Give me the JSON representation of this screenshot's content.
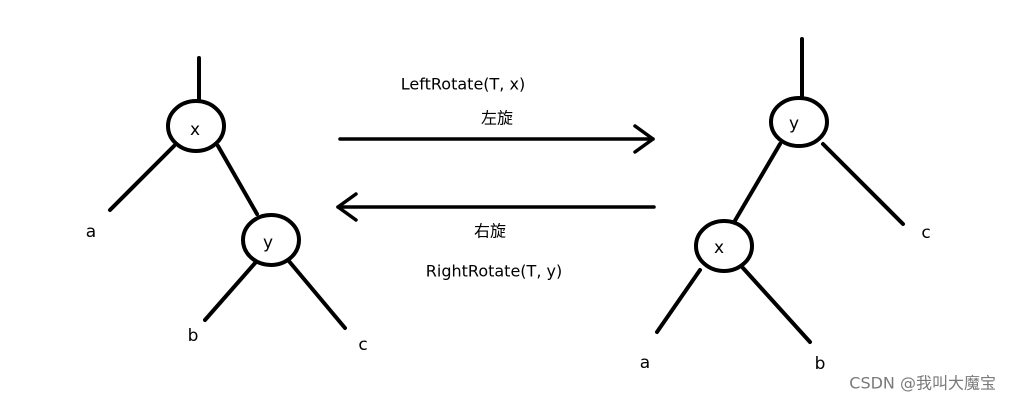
{
  "left_tree": {
    "root_label": "x",
    "child_label": "y",
    "leaf_a": "a",
    "leaf_b": "b",
    "leaf_c": "c"
  },
  "right_tree": {
    "root_label": "y",
    "child_label": "x",
    "leaf_a": "a",
    "leaf_b": "b",
    "leaf_c": "c"
  },
  "operations": {
    "left_rotate_label": "LeftRotate(T, x)",
    "left_rotate_cn": "左旋",
    "right_rotate_cn": "右旋",
    "right_rotate_label": "RightRotate(T, y)"
  },
  "watermark": "CSDN @我叫大魔宝"
}
